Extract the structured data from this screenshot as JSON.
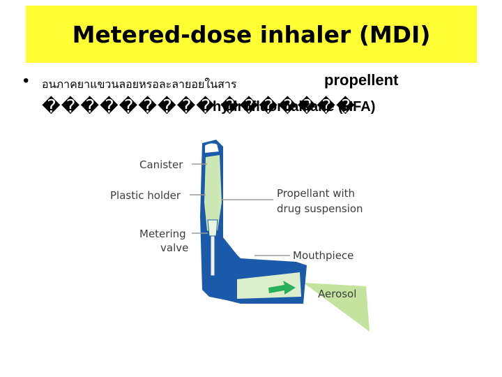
{
  "title": "Metered-dose inhaler (MDI)",
  "bullet": {
    "thai_text": "อนภาคยาแขวนลอยหรอละลายอยในสาร",
    "propellent": "propellent",
    "garbled_a": "���������",
    "hfa": "hydrofluoroalkane (HFA)",
    "garbled_b": "�������"
  },
  "diagram_labels": {
    "canister": "Canister",
    "plastic_holder": "Plastic holder",
    "propellant_line1": "Propellant with",
    "propellant_line2": "drug suspension",
    "metering_line1": "Metering",
    "metering_line2": "valve",
    "mouthpiece": "Mouthpiece",
    "aerosol": "Aerosol"
  },
  "colors": {
    "title_bg": "#ffff33",
    "holder_blue": "#1a5aa8",
    "liquid_green": "#cde8b4",
    "aerosol_green": "#c4e39f",
    "label_gray": "#3c3c3c"
  }
}
